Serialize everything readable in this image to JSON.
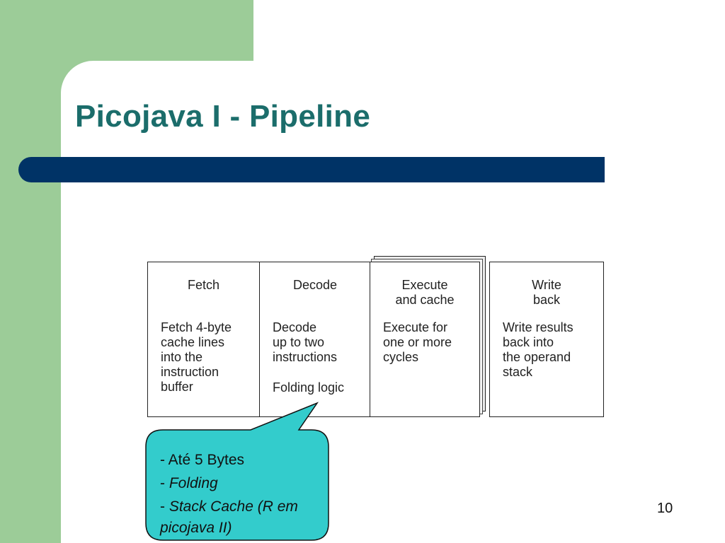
{
  "slide": {
    "title": "Picojava I - Pipeline",
    "page_number": "10"
  },
  "pipeline": {
    "stages": [
      {
        "name": "Fetch",
        "description": "Fetch 4-byte\ncache lines\ninto the\ninstruction\nbuffer",
        "extra": ""
      },
      {
        "name": "Decode",
        "description": "Decode\nup to two\ninstructions",
        "extra": "Folding logic"
      },
      {
        "name": "Execute\nand cache",
        "description": "Execute for\none or more\ncycles",
        "extra": ""
      },
      {
        "name": "Write\nback",
        "description": "Write results\nback into\nthe operand\nstack",
        "extra": ""
      }
    ]
  },
  "callout": {
    "line1_prefix": "- ",
    "line1_text": "Até 5 Bytes",
    "line2_prefix": "- ",
    "line2_text": "Folding",
    "line3_prefix": "- ",
    "line3_text": "Stack Cache (R em picojava II)"
  },
  "colors": {
    "title": "#1b6d6b",
    "title_bar": "#003366",
    "background_green": "#9ccc98",
    "callout_fill": "#33cccc"
  }
}
